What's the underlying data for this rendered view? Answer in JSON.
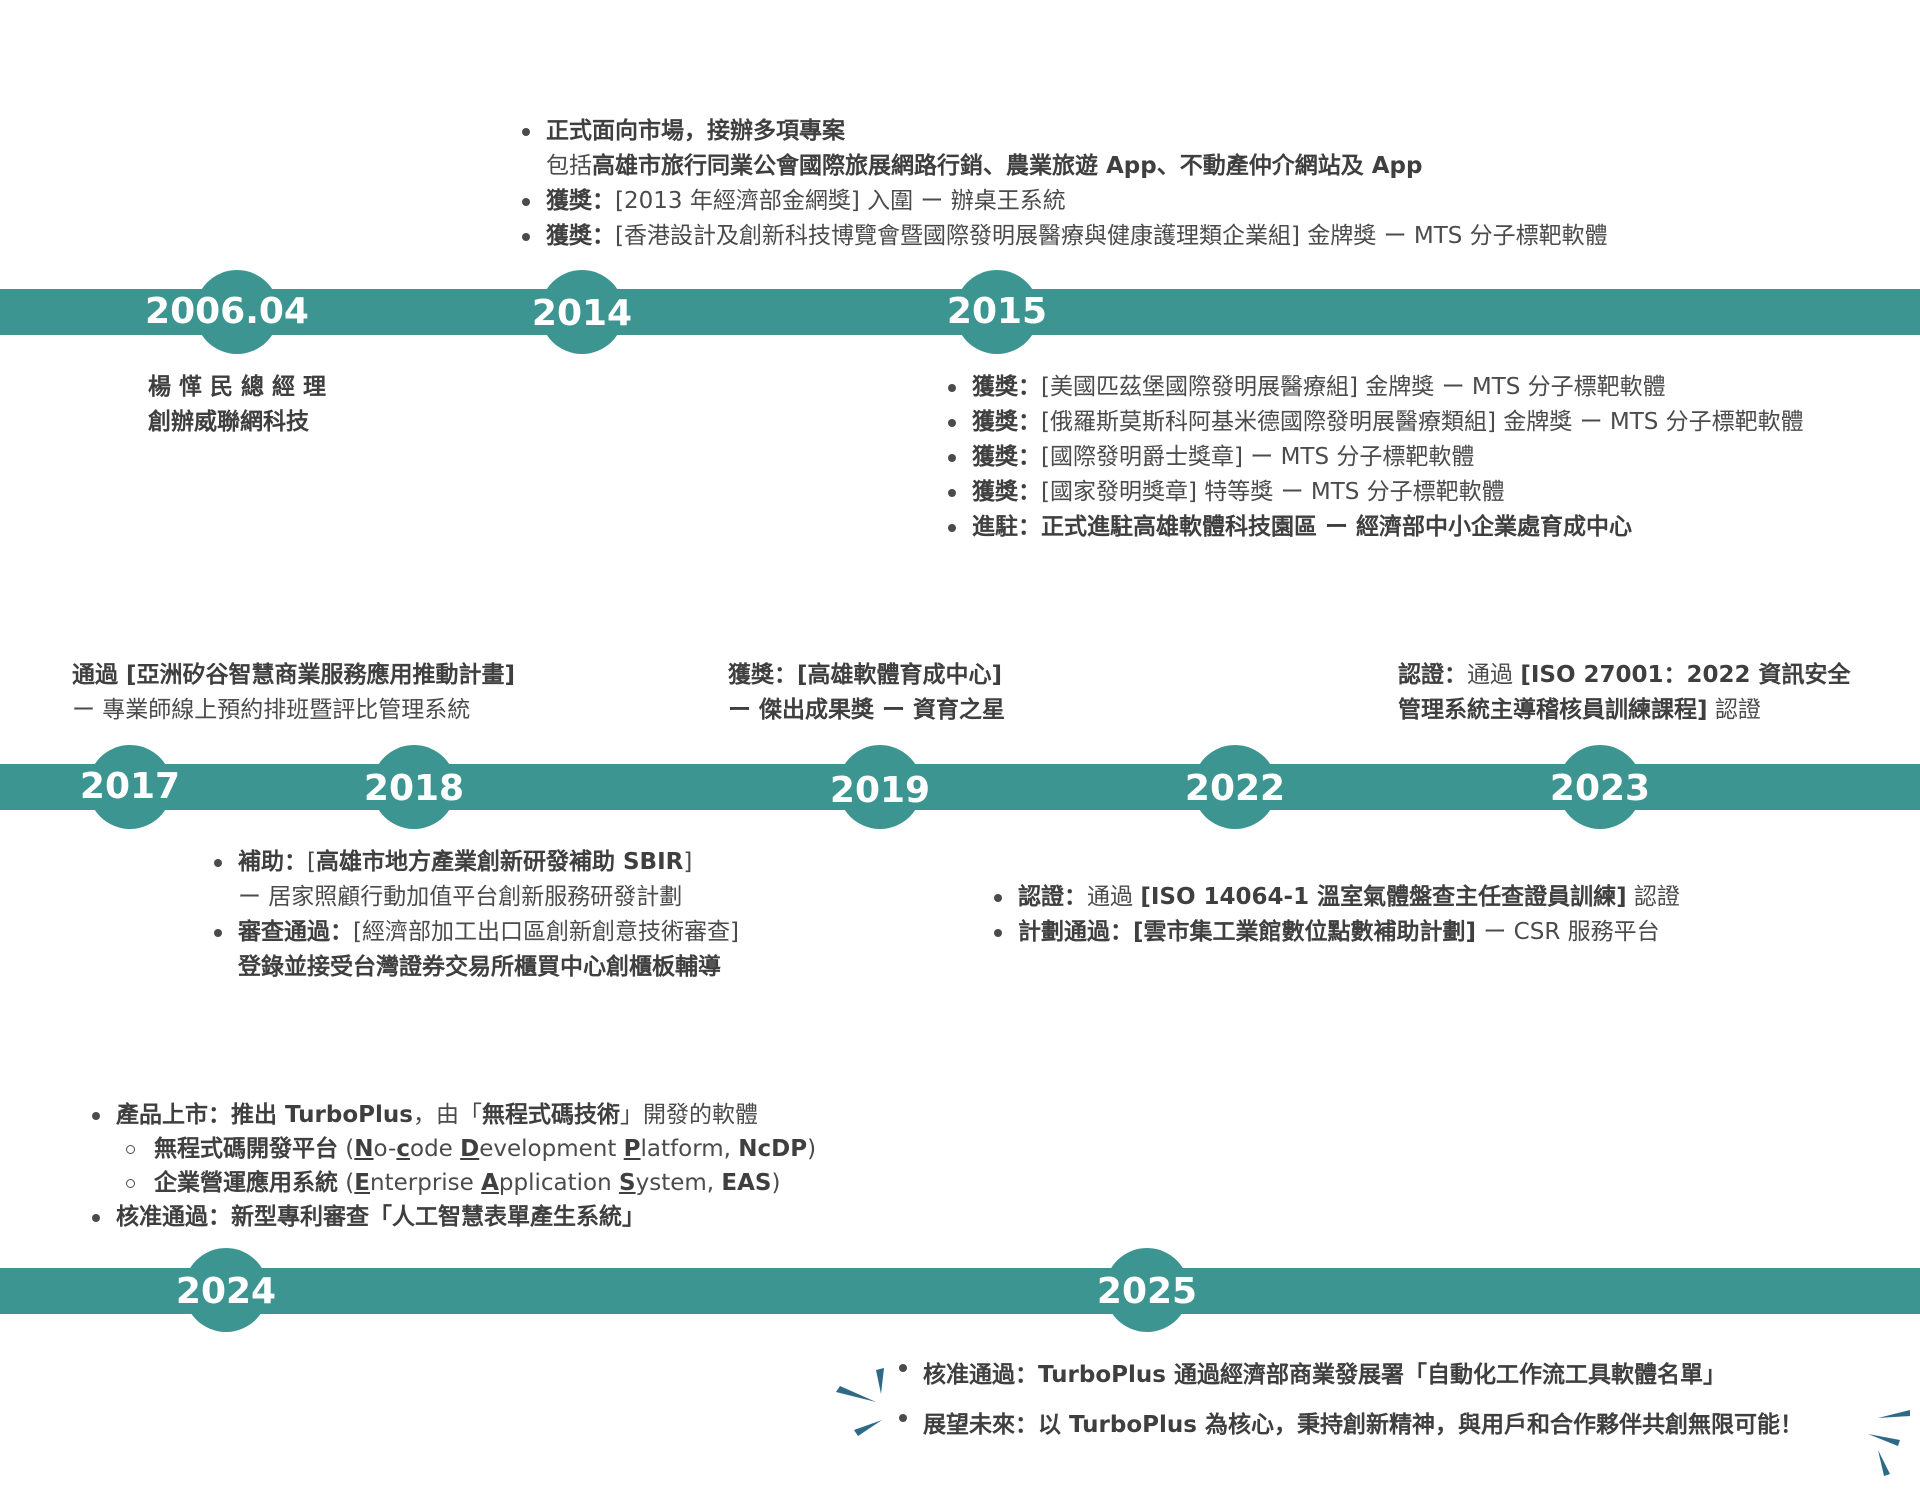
{
  "timeline": {
    "row1_years": [
      "2006.04",
      "2014",
      "2015"
    ],
    "row2_years": [
      "2017",
      "2018",
      "2019",
      "2022",
      "2023"
    ],
    "row3_years": [
      "2024",
      "2025"
    ]
  },
  "events": {
    "y2006": {
      "line1": "楊 愅 民 總 經 理",
      "line2": "創辦威聯網科技"
    },
    "y2014": {
      "i1": "正式面向市場，接辦多項專案",
      "i1_prefix": "包括",
      "i1_detail": "高雄市旅行同業公會國際旅展網路行銷、農業旅遊 App、不動產仲介網站及 App",
      "i2_label": "獲獎：",
      "i2_text": "[2013 年經濟部金網獎] 入圍 ー 辦桌王系統",
      "i3_label": "獲獎：",
      "i3_text": "[香港設計及創新科技博覽會暨國際發明展醫療與健康護理類企業組] 金牌獎 ー MTS 分子標靶軟體"
    },
    "y2015": {
      "i1_label": "獲獎：",
      "i1_text": "[美國匹茲堡國際發明展醫療組] 金牌獎 ー MTS 分子標靶軟體",
      "i2_label": "獲獎：",
      "i2_text": "[俄羅斯莫斯科阿基米德國際發明展醫療類組] 金牌獎 ー MTS 分子標靶軟體",
      "i3_label": "獲獎：",
      "i3_text": "[國際發明爵士獎章] ー MTS 分子標靶軟體",
      "i4_label": "獲獎：",
      "i4_text": "[國家發明獎章] 特等獎 ー MTS 分子標靶軟體",
      "i5_label": "進駐：",
      "i5_text": "正式進駐高雄軟體科技園區 ー 經濟部中小企業處育成中心"
    },
    "y2017": {
      "label": "通過 ",
      "bold": "[亞洲矽谷智慧商業服務應用推動計畫]",
      "line2": "ー 專業師線上預約排班暨評比管理系統"
    },
    "y2018": {
      "i1_label": "補助：",
      "i1_bracket_open": "[",
      "i1_bold": "高雄市地方產業創新研發補助 SBIR",
      "i1_bracket_close": "]",
      "i1_line2": "ー 居家照顧行動加值平台創新服務研發計劃",
      "i2_label": "審查通過：",
      "i2_text": "[經濟部加工出口區創新創意技術審查]",
      "i2_line2": "登錄並接受台灣證券交易所櫃買中心創櫃板輔導"
    },
    "y2019": {
      "line1": "獲獎：[高雄軟體育成中心]",
      "line2": "ー 傑出成果獎 ー 資育之星"
    },
    "y2022": {
      "i1_label": "認證：",
      "i1_pre": "通過 ",
      "i1_bold": "[ISO 14064-1 溫室氣體盤查主任查證員訓練]",
      "i1_post": " 認證",
      "i2_label": "計劃通過：",
      "i2_bold": "[雲市集工業館數位點數補助計劃]",
      "i2_post": " ー CSR 服務平台"
    },
    "y2023": {
      "label": "認證：",
      "pre": "通過 ",
      "bold1": "[ISO 27001：2022 資訊安全",
      "bold2": "管理系統主導稽核員訓練課程]",
      "post": " 認證"
    },
    "y2024": {
      "i1_bold": "產品上市：推出 TurboPlus",
      "i1_mid": "，由「",
      "i1_bold2": "無程式碼技術",
      "i1_post": "」開發的軟體",
      "s1_bold": "無程式碼開發平台",
      "s1_open": " (",
      "s1_n": "N",
      "s1_n_rest": "o-",
      "s1_c": "c",
      "s1_c_rest": "ode ",
      "s1_d": "D",
      "s1_d_rest": "evelopment ",
      "s1_p": "P",
      "s1_p_rest": "latform, ",
      "s1_abbr": "NcDP",
      "s1_close": ")",
      "s2_bold": "企業營運應用系統",
      "s2_open": " (",
      "s2_e": "E",
      "s2_e_rest": "nterprise ",
      "s2_a": "A",
      "s2_a_rest": "pplication ",
      "s2_s": "S",
      "s2_s_rest": "ystem, ",
      "s2_abbr": "EAS",
      "s2_close": ")",
      "i2": "核准通過：新型專利審查「人工智慧表單產生系統」"
    },
    "y2025": {
      "i1": "核准通過：TurboPlus 通過經濟部商業發展署「自動化工作流工具軟體名單」",
      "i2": "展望未來：以 TurboPlus 為核心，秉持創新精神，與用戶和合作夥伴共創無限可能！"
    }
  },
  "colors": {
    "accent": "#3c9591",
    "decor": "#2e6a85",
    "text": "#4b4b4b"
  }
}
